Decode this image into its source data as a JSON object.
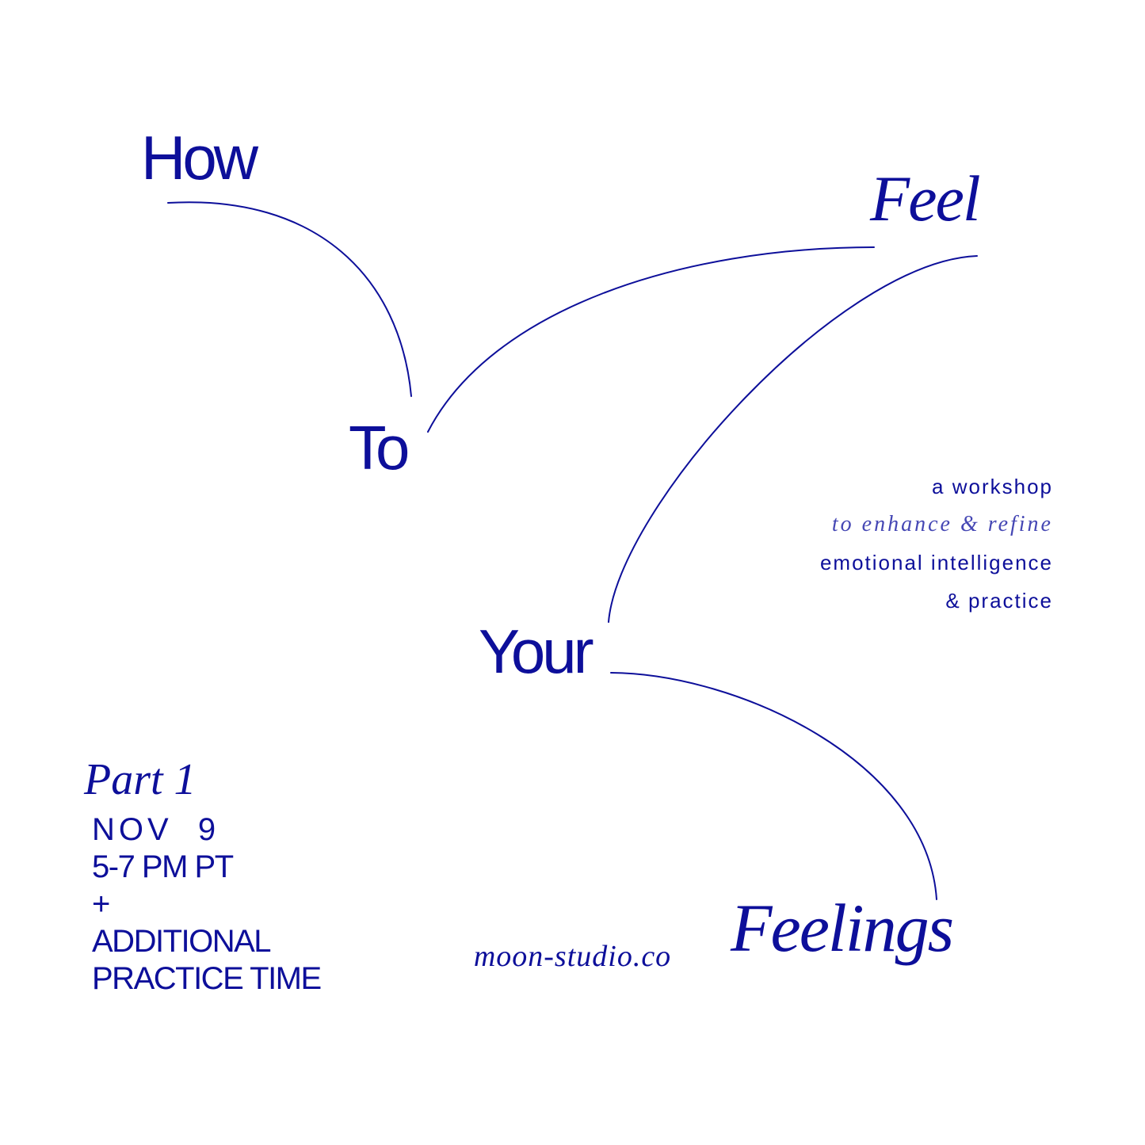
{
  "title_words": {
    "how": "How",
    "to": "To",
    "feel": "Feel",
    "your": "Your",
    "feelings": "Feelings"
  },
  "tagline": {
    "line1": "a workshop",
    "line2": "to enhance & refine",
    "line3": "emotional intelligence",
    "line4": "& practice"
  },
  "event": {
    "part": "Part 1",
    "date": "NOV  9",
    "time": "5-7 PM PT",
    "plus": "+",
    "extra_line1": "ADDITIONAL",
    "extra_line2": "PRACTICE TIME"
  },
  "footer": {
    "website": "moon-studio.co"
  },
  "colors": {
    "ink": "#0d0f9a",
    "tagline_italic": "#4547b4",
    "background": "#ffffff"
  }
}
